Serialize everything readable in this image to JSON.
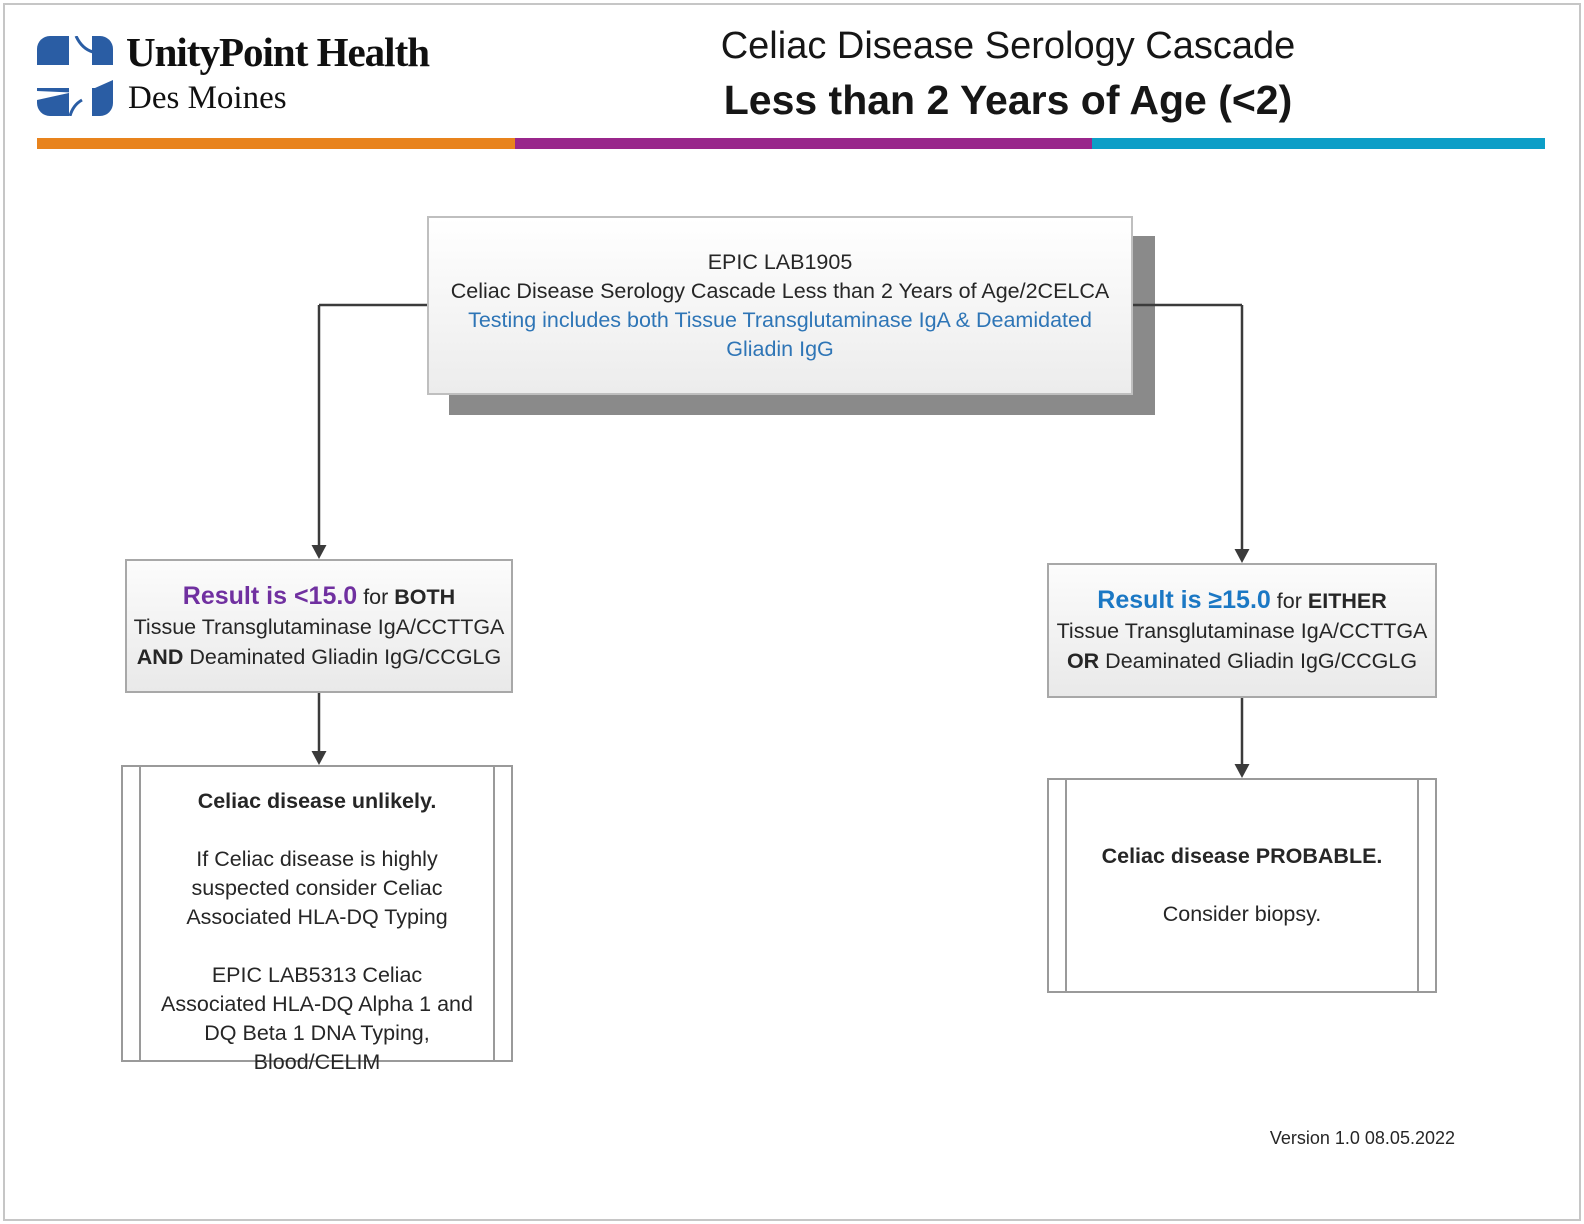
{
  "header": {
    "logo_icon": "unitypoint-cross-logo",
    "org_name": "UnityPoint Health",
    "org_region": "Des Moines",
    "title_line1": "Celiac Disease Serology Cascade",
    "title_line2": "Less than 2 Years of Age (<2)",
    "accent_bar": {
      "orange": "#E8831D",
      "purple": "#99268B",
      "teal": "#0C9EC7"
    }
  },
  "flowchart": {
    "root_box": {
      "line1": "EPIC LAB1905",
      "line2": "Celiac Disease Serology Cascade Less than 2 Years of Age/2CELCA",
      "note": "Testing includes both Tissue Transglutaminase IgA & Deamidated Gliadin IgG",
      "note_color": "#2E75B6"
    },
    "negative_branch": {
      "result": "Result is <15.0",
      "for_word": "for",
      "qualifier": "BOTH",
      "test_line1": "Tissue Transglutaminase IgA/CCTTGA",
      "operator": "AND",
      "test_line2": "Deaminated Gliadin IgG/CCGLG",
      "result_color": "#7030A0"
    },
    "positive_branch": {
      "result": "Result is ≥15.0",
      "for_word": "for",
      "qualifier": "EITHER",
      "test_line1": "Tissue Transglutaminase IgA/CCTTGA",
      "operator": "OR",
      "test_line2": "Deaminated Gliadin IgG/CCGLG",
      "result_color": "#1B78C4"
    },
    "negative_outcome": {
      "title": "Celiac disease unlikely.",
      "para1": "If Celiac disease is highly suspected consider Celiac Associated HLA-DQ Typing",
      "para2": "EPIC LAB5313 Celiac Associated HLA-DQ Alpha 1 and DQ Beta 1 DNA Typing, Blood/CELIM"
    },
    "positive_outcome": {
      "title": "Celiac disease PROBABLE.",
      "para1": "Consider biopsy."
    }
  },
  "footer": {
    "version": "Version 1.0 08.05.2022"
  }
}
